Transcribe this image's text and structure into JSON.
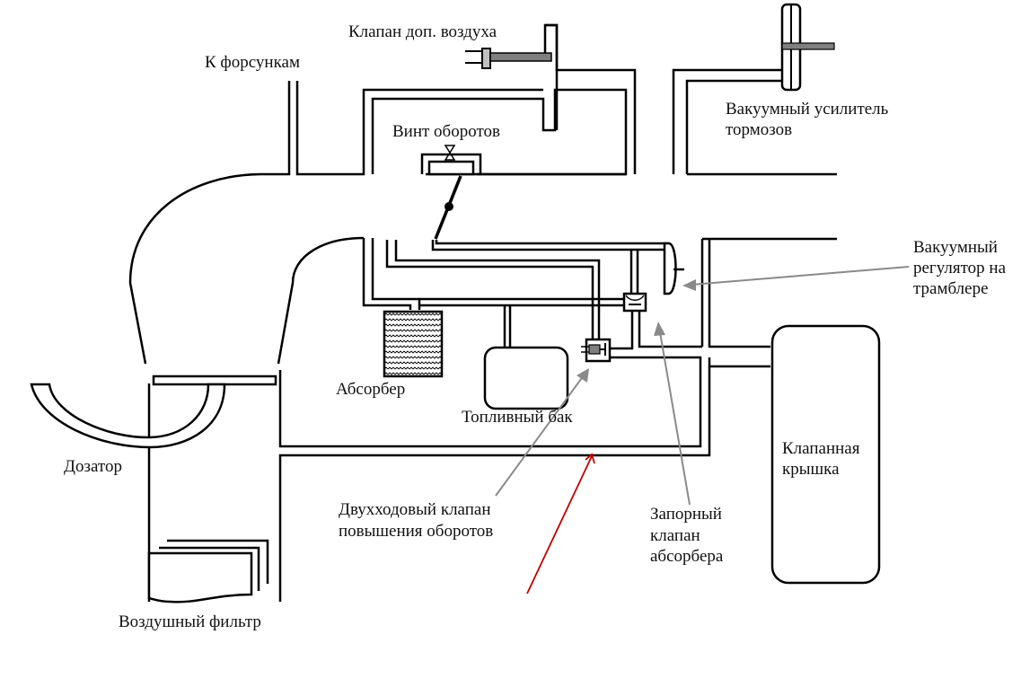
{
  "diagram": {
    "type": "vacuum system schematic",
    "colors": {
      "line": "#000000",
      "pointer": "#8a8a8a",
      "piston": "#7f7f7f",
      "annotation_arrow": "#c00000"
    },
    "labels": {
      "injectors": "К форсункам",
      "extra_air_valve": "Клапан доп. воздуха",
      "idle_screw": "Винт оборотов",
      "brake_booster_line1": "Вакуумный усилитель",
      "brake_booster_line2": "тормозов",
      "distributor_vacuum_line1": "Вакуумный",
      "distributor_vacuum_line2": "регулятор на",
      "distributor_vacuum_line3": "трамблере",
      "absorber": "Абсорбер",
      "fuel_tank": "Топливный бак",
      "metering_unit": "Дозатор",
      "two_way_valve_line1": "Двухходовый клапан",
      "two_way_valve_line2": "повышения оборотов",
      "shutoff_valve_line1": "Запорный",
      "shutoff_valve_line2": "клапан",
      "shutoff_valve_line3": "абсорбера",
      "valve_cover_line1": "Клапанная",
      "valve_cover_line2": "крышка",
      "air_filter": "Воздушный фильтр"
    }
  }
}
